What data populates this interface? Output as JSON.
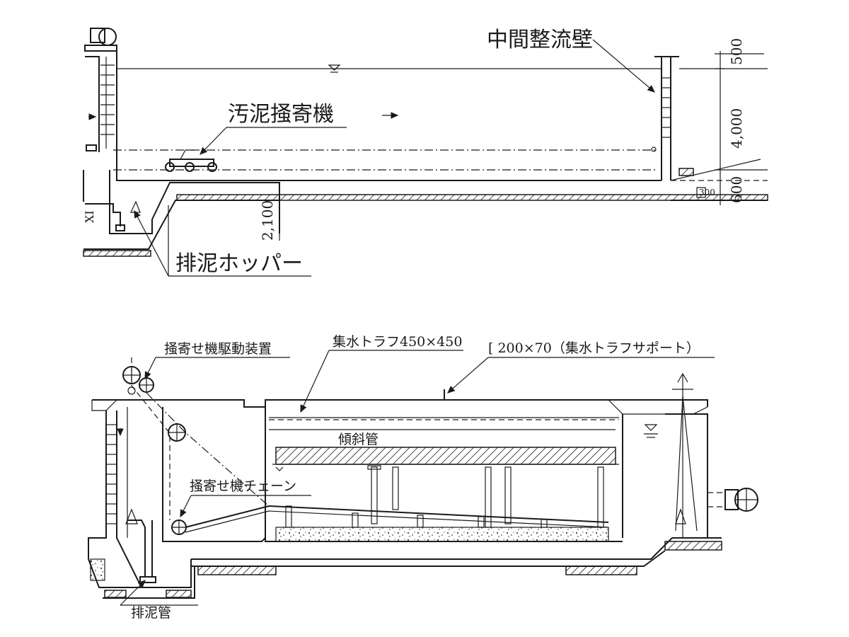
{
  "top_view": {
    "label_wall": "中間整流壁",
    "label_collector": "汚泥掻寄機",
    "label_hopper": "排泥ホッパー",
    "dim_500": "500",
    "dim_4000": "4,000",
    "dim_600": "600",
    "dim_2100": "2,100",
    "dim_300": "300",
    "side_mark": "XI"
  },
  "bottom_view": {
    "label_drive": "掻寄せ機駆動装置",
    "label_trough": "集水トラフ450×450",
    "label_support": "[ 200×70（集水トラフサポート）",
    "label_tubes": "傾斜管",
    "label_chain": "掻寄せ機チェーン",
    "label_drain_pipe": "排泥管"
  },
  "colors": {
    "ink": "#1a1a1a",
    "paper": "#ffffff"
  }
}
